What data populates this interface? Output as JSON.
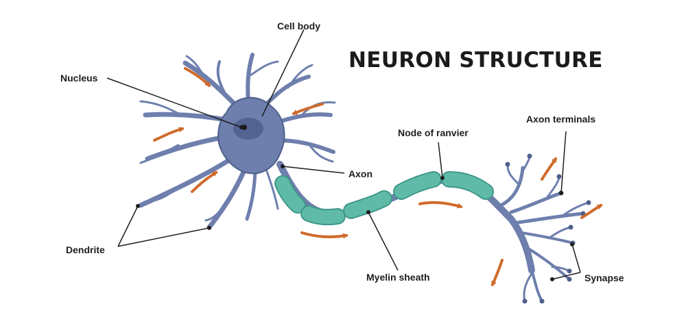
{
  "title": "NEURON STRUCTURE",
  "labels": {
    "cell_body": "Cell body",
    "nucleus": "Nucleus",
    "axon": "Axon",
    "dendrite": "Dendrite",
    "node_of_ranvier": "Node of ranvier",
    "myelin_sheath": "Myelin sheath",
    "axon_terminals": "Axon terminals",
    "synapse": "Synapse"
  },
  "colors": {
    "neuron": "#6e7fad",
    "neuron_dark": "#4f5f8c",
    "nucleus": "#53628f",
    "myelin": "#5fbaa8",
    "myelin_dark": "#3f978a",
    "arrow": "#cf6a2b",
    "leader_line": "#1d1d1d"
  }
}
